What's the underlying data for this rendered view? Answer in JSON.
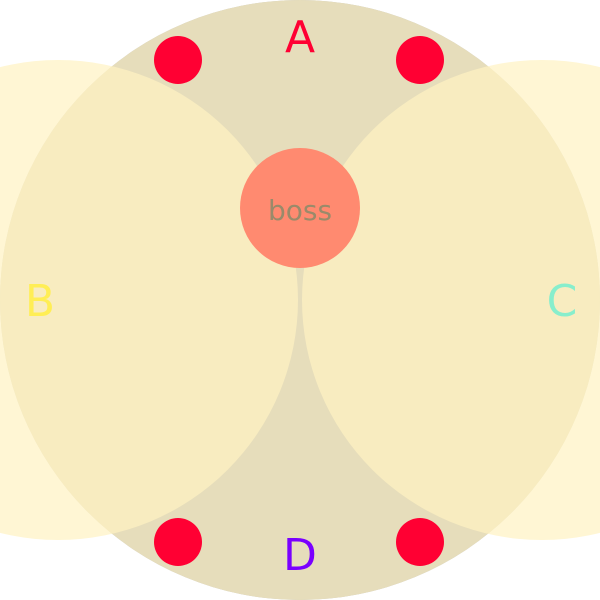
{
  "colors": {
    "arena": "#aaaaaa",
    "aoe_zone": "#fff2c2",
    "boss_fill": "#ff8a70",
    "boss_text": "#9a8a6a",
    "player_dot": "#ff0033"
  },
  "waymarks": [
    {
      "label": "A",
      "color": "#ff0033"
    },
    {
      "label": "B",
      "color": "#ffee55"
    },
    {
      "label": "C",
      "color": "#88eecc"
    },
    {
      "label": "D",
      "color": "#7a00ff"
    }
  ],
  "boss": {
    "label": "boss"
  },
  "players": {
    "count": 4
  }
}
